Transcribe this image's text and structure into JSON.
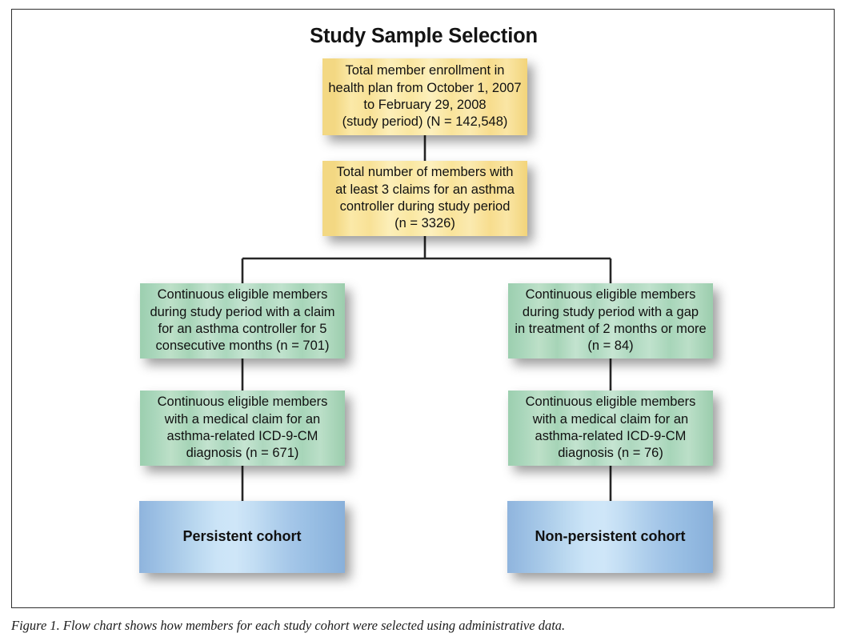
{
  "figure": {
    "title": "Study Sample Selection",
    "caption": "Figure 1. Flow chart shows how members for each study cohort were selected using administrative data."
  },
  "colors": {
    "yellow_fill": "#fbe9a8",
    "green_fill": "#a9d6bb",
    "blue_fill": "#aacbe9",
    "connector": "#262626",
    "frame_border": "#2f2f2f",
    "text": "#111111"
  },
  "chart_data": {
    "type": "diagram",
    "title": "Study Sample Selection",
    "nodes": [
      {
        "id": "enrollment",
        "label": "Total member enrollment in\nhealth plan from October 1, 2007\nto February 29, 2008\n(study period) (N = 142,548)",
        "count": 142548,
        "count_label": "N = 142,548",
        "color": "yellow",
        "level": 0
      },
      {
        "id": "controller-claims",
        "label": "Total number of members with\nat least 3 claims for an asthma\ncontroller during study period\n(n = 3326)",
        "count": 3326,
        "count_label": "n = 3326",
        "color": "yellow",
        "level": 1
      },
      {
        "id": "persistent-eligible",
        "label": "Continuous eligible members\nduring study period with a claim\nfor an asthma controller for 5\nconsecutive months (n = 701)",
        "count": 701,
        "count_label": "n = 701",
        "color": "green",
        "level": 2,
        "branch": "left"
      },
      {
        "id": "nonpersistent-eligible",
        "label": "Continuous eligible members\nduring study period with a gap\nin treatment of 2 months or more\n(n = 84)",
        "count": 84,
        "count_label": "n = 84",
        "color": "green",
        "level": 2,
        "branch": "right"
      },
      {
        "id": "persistent-diagnosis",
        "label": "Continuous eligible members\nwith a medical claim for an\nasthma-related ICD-9-CM\ndiagnosis (n = 671)",
        "count": 671,
        "count_label": "n = 671",
        "color": "green",
        "level": 3,
        "branch": "left"
      },
      {
        "id": "nonpersistent-diagnosis",
        "label": "Continuous eligible members\nwith a medical claim for an\nasthma-related ICD-9-CM\ndiagnosis (n = 76)",
        "count": 76,
        "count_label": "n = 76",
        "color": "green",
        "level": 3,
        "branch": "left"
      },
      {
        "id": "persistent-cohort",
        "label": "Persistent cohort",
        "color": "blue",
        "level": 4,
        "branch": "left"
      },
      {
        "id": "nonpersistent-cohort",
        "label": "Non-persistent cohort",
        "color": "blue",
        "level": 4,
        "branch": "right"
      }
    ],
    "edges": [
      {
        "from": "enrollment",
        "to": "controller-claims"
      },
      {
        "from": "controller-claims",
        "to": "persistent-eligible"
      },
      {
        "from": "controller-claims",
        "to": "nonpersistent-eligible"
      },
      {
        "from": "persistent-eligible",
        "to": "persistent-diagnosis"
      },
      {
        "from": "nonpersistent-eligible",
        "to": "nonpersistent-diagnosis"
      },
      {
        "from": "persistent-diagnosis",
        "to": "persistent-cohort"
      },
      {
        "from": "nonpersistent-diagnosis",
        "to": "nonpersistent-cohort"
      }
    ]
  }
}
